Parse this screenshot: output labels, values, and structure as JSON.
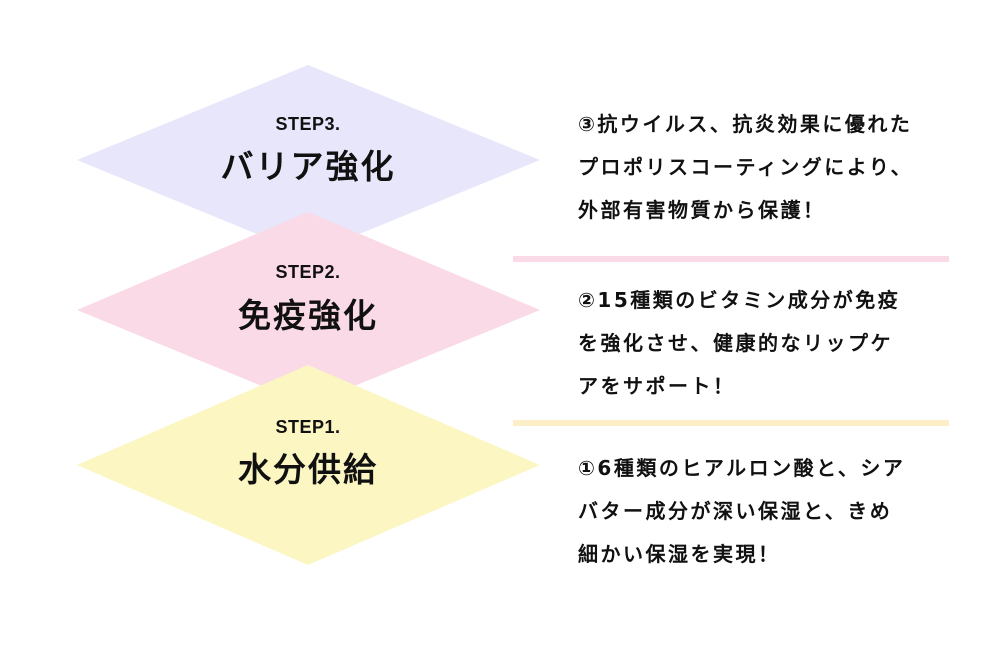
{
  "colors": {
    "step3": "#e8e6fa",
    "step2": "#fadae6",
    "step1": "#fbf6c2",
    "divider_pink": "#fadae6",
    "divider_yellow": "#fcefc8",
    "text": "#111111"
  },
  "steps": [
    {
      "label": "STEP3.",
      "title": "バリア強化",
      "description": [
        "③抗ウイルス、抗炎効果に優れた",
        "プロポリスコーティングにより、",
        "外部有害物質から保護！"
      ]
    },
    {
      "label": "STEP2.",
      "title": "免疫強化",
      "description": [
        "②15種類のビタミン成分が免疫",
        "を強化させ、健康的なリップケ",
        "アをサポート！"
      ]
    },
    {
      "label": "STEP1.",
      "title": "水分供給",
      "description": [
        "①6種類のヒアルロン酸と、シア",
        "バター成分が深い保湿と、きめ",
        "細かい保湿を実現！"
      ]
    }
  ]
}
